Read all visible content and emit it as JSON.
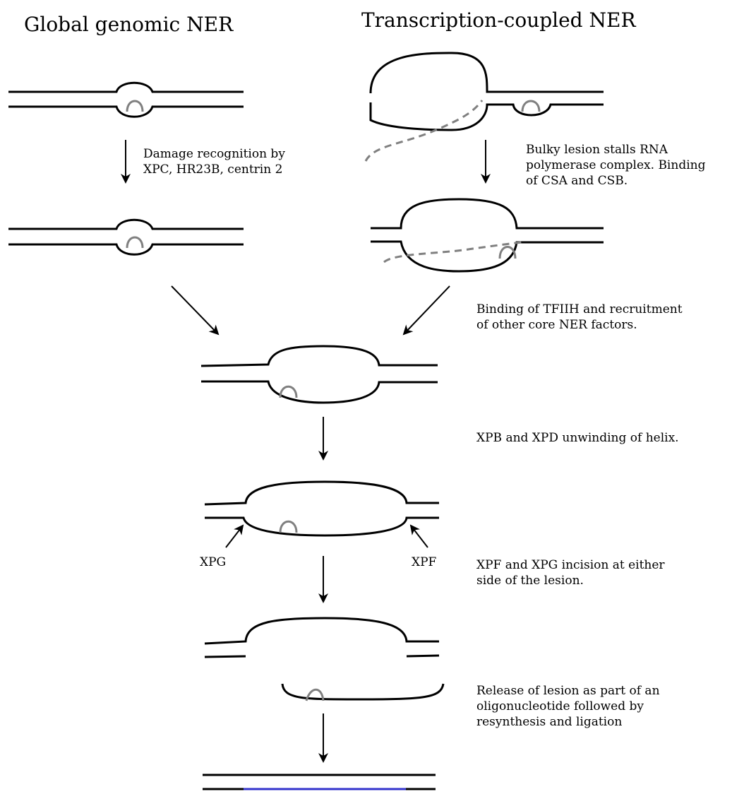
{
  "headings": {
    "global": "Global genomic NER",
    "transcription": "Transcription-coupled NER"
  },
  "steps": {
    "damage_recognition": [
      "Damage recognition by",
      "XPC, HR23B, centrin 2"
    ],
    "bulky_lesion": [
      "Bulky lesion stalls RNA",
      "polymerase complex. Binding",
      "of CSA and CSB."
    ],
    "tfiih_binding": [
      "Binding of TFIIH and recruitment",
      "of other core NER factors."
    ],
    "unwinding": [
      "XPB and XPD unwinding of helix."
    ],
    "incision": [
      "XPF and XPG incision at either",
      "side of the lesion."
    ],
    "release": [
      "Release of lesion as part of an",
      "oligonucleotide followed by",
      "resynthesis and ligation"
    ]
  },
  "enzymes": {
    "left": "XPG",
    "right": "XPF"
  },
  "colors": {
    "dna_strand": "#000000",
    "lesion": "#808080",
    "rna_transcript": "#808080",
    "resynthesized_strand": "#3333cc"
  }
}
